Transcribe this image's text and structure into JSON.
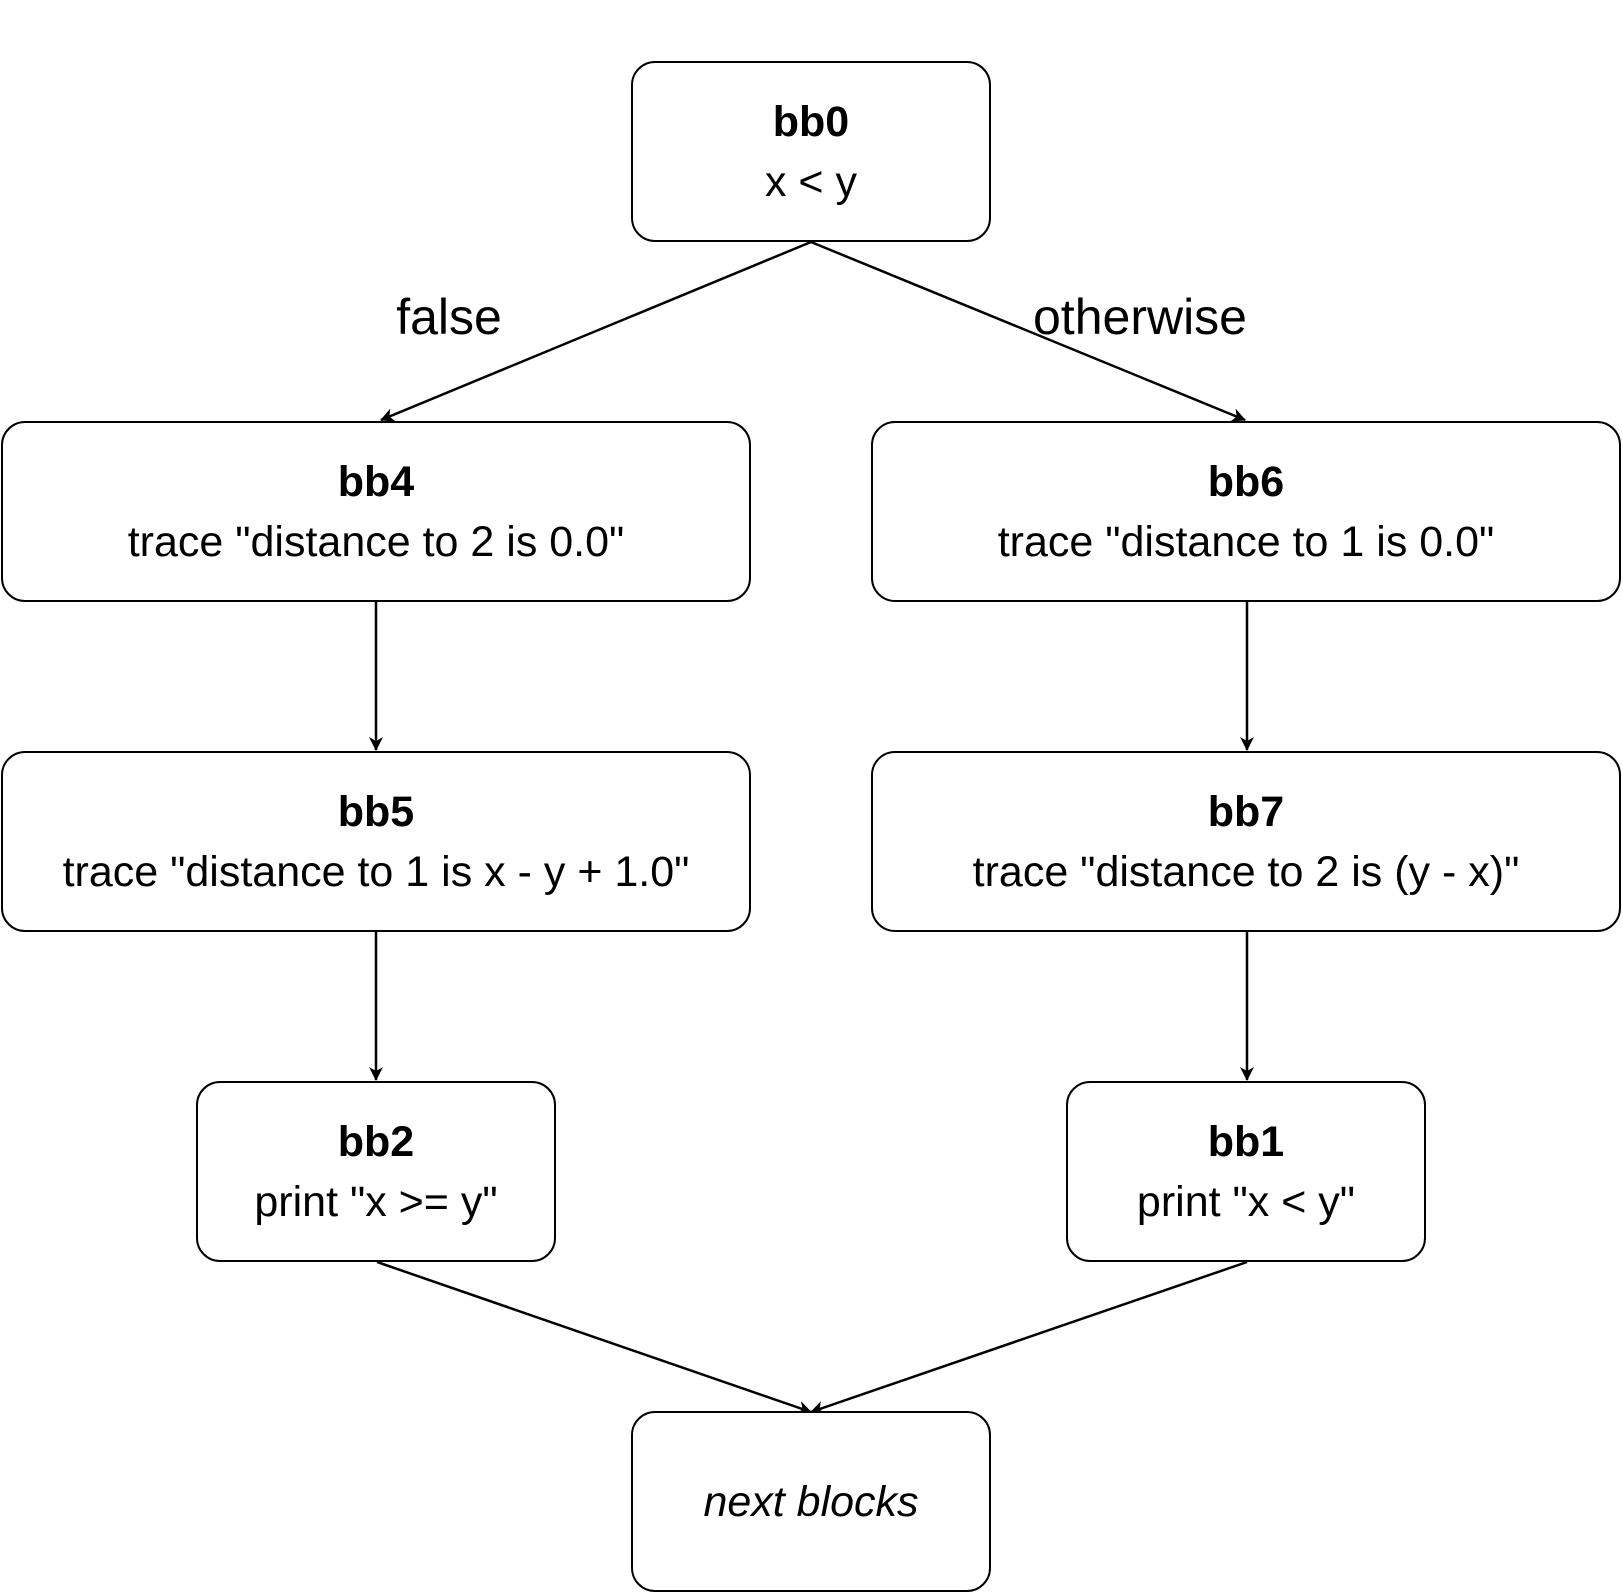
{
  "nodes": {
    "bb0": {
      "title": "bb0",
      "body": "x < y"
    },
    "bb4": {
      "title": "bb4",
      "body": "trace \"distance to 2 is 0.0\""
    },
    "bb6": {
      "title": "bb6",
      "body": "trace \"distance to 1 is 0.0\""
    },
    "bb5": {
      "title": "bb5",
      "body": "trace \"distance to 1 is x - y + 1.0\""
    },
    "bb7": {
      "title": "bb7",
      "body": "trace \"distance to 2 is (y - x)\""
    },
    "bb2": {
      "title": "bb2",
      "body": "print \"x >= y\""
    },
    "bb1": {
      "title": "bb1",
      "body": "print \"x < y\""
    },
    "next": {
      "body": "next blocks"
    }
  },
  "edges": [
    {
      "from": "bb0",
      "to": "bb4",
      "label": "false"
    },
    {
      "from": "bb0",
      "to": "bb6",
      "label": "otherwise"
    },
    {
      "from": "bb4",
      "to": "bb5"
    },
    {
      "from": "bb6",
      "to": "bb7"
    },
    {
      "from": "bb5",
      "to": "bb2"
    },
    {
      "from": "bb7",
      "to": "bb1"
    },
    {
      "from": "bb2",
      "to": "next"
    },
    {
      "from": "bb1",
      "to": "next"
    }
  ],
  "colors": {
    "stroke": "#000000",
    "fill": "#ffffff",
    "text": "#000000"
  }
}
